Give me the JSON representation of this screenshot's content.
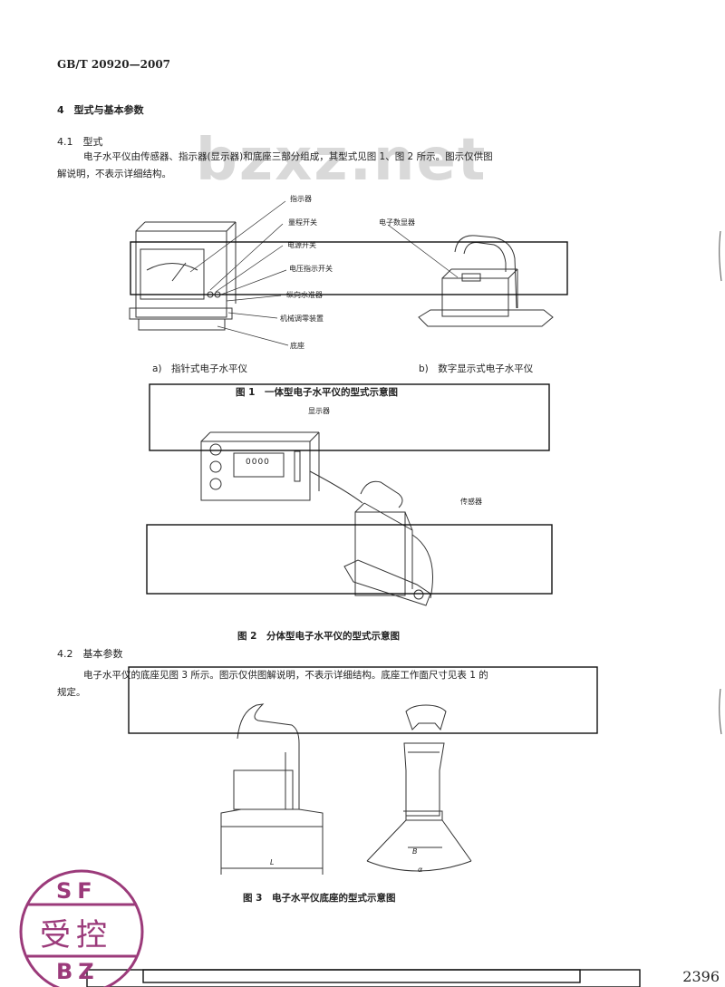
{
  "header": {
    "standard": "GB/T 20920—2007"
  },
  "watermark": "bzxz.net",
  "section4": {
    "title": "4　型式与基本参数",
    "s41": {
      "title": "4.1　型式",
      "para_line1": "电子水平仪由传感器、指示器(显示器)和底座三部分组成，其型式见图 1、图 2 所示。图示仅供图",
      "para_line2": "解说明，不表示详细结构。"
    },
    "s42": {
      "title": "4.2　基本参数",
      "para_line1": "电子水平仪的底座见图 3 所示。图示仅供图解说明，不表示详细结构。底座工作面尺寸见表 1 的",
      "para_line2": "规定。"
    }
  },
  "figure1": {
    "labels": [
      "指示器",
      "量程开关",
      "电源开关",
      "电压指示开关",
      "纵向水准器",
      "机械调零装置",
      "底座"
    ],
    "digital_label": "电子数显器",
    "sub_a": "a)　指针式电子水平仪",
    "sub_b": "b)　数字显示式电子水平仪",
    "caption": "图 1　一体型电子水平仪的型式示意图"
  },
  "figure2": {
    "display_label": "显示器",
    "display_readout": "0000",
    "sensor_label": "传感器",
    "caption": "图 2　分体型电子水平仪的型式示意图"
  },
  "figure3": {
    "dim_L": "L",
    "dim_B": "B",
    "dim_alpha": "α",
    "caption": "图 3　电子水平仪底座的型式示意图"
  },
  "stamp": {
    "top": "SF",
    "middle": "受控",
    "bottom": "BZ"
  },
  "page_number": "2396"
}
